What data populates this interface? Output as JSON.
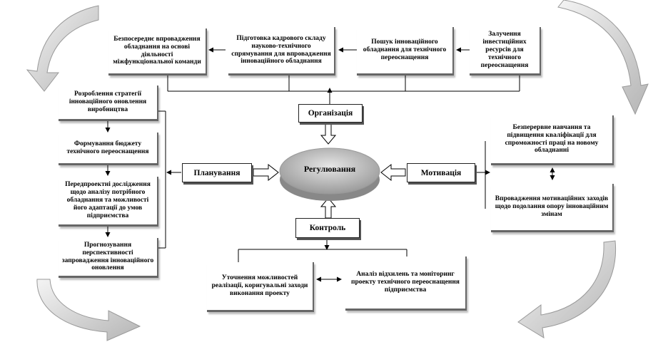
{
  "center": {
    "label": "Регулювання"
  },
  "functions": {
    "organization": "Організація",
    "planning": "Планування",
    "motivation": "Мотивація",
    "control": "Контроль"
  },
  "top_row": [
    "Безпосереднє впровадження обладнання на основі діяльності міжфункціональної команди",
    "Підготовка кадрового складу науково-технічного спрямування для впровадження інноваційного обладнання",
    "Пошук інноваційного обладнання для технічного переоснащення",
    "Залучення інвестиційних ресурсів для технічного переоснащення"
  ],
  "planning_steps": [
    "Розроблення стратегії інноваційного оновлення виробництва",
    "Формування бюджету технічного переоснащення",
    "Передпроектні дослідження щодо аналізу потрібного обладнання та можливості його адаптації до умов підприємства",
    "Прогнозування перспективності запровадження інноваційного оновлення"
  ],
  "motivation_steps": [
    "Безперервне навчання та підвищення кваліфікації для спроможності праці на новому обладнанні",
    "Впровадження мотиваційних заходів щодо подолання опору інноваційним змінам"
  ],
  "control_steps": [
    "Уточнення можливостей реалізації, коригувальні заходи виконання проекту",
    "Аналіз відхилень та моніторинг проекту технічного переоснащення підприємства"
  ]
}
